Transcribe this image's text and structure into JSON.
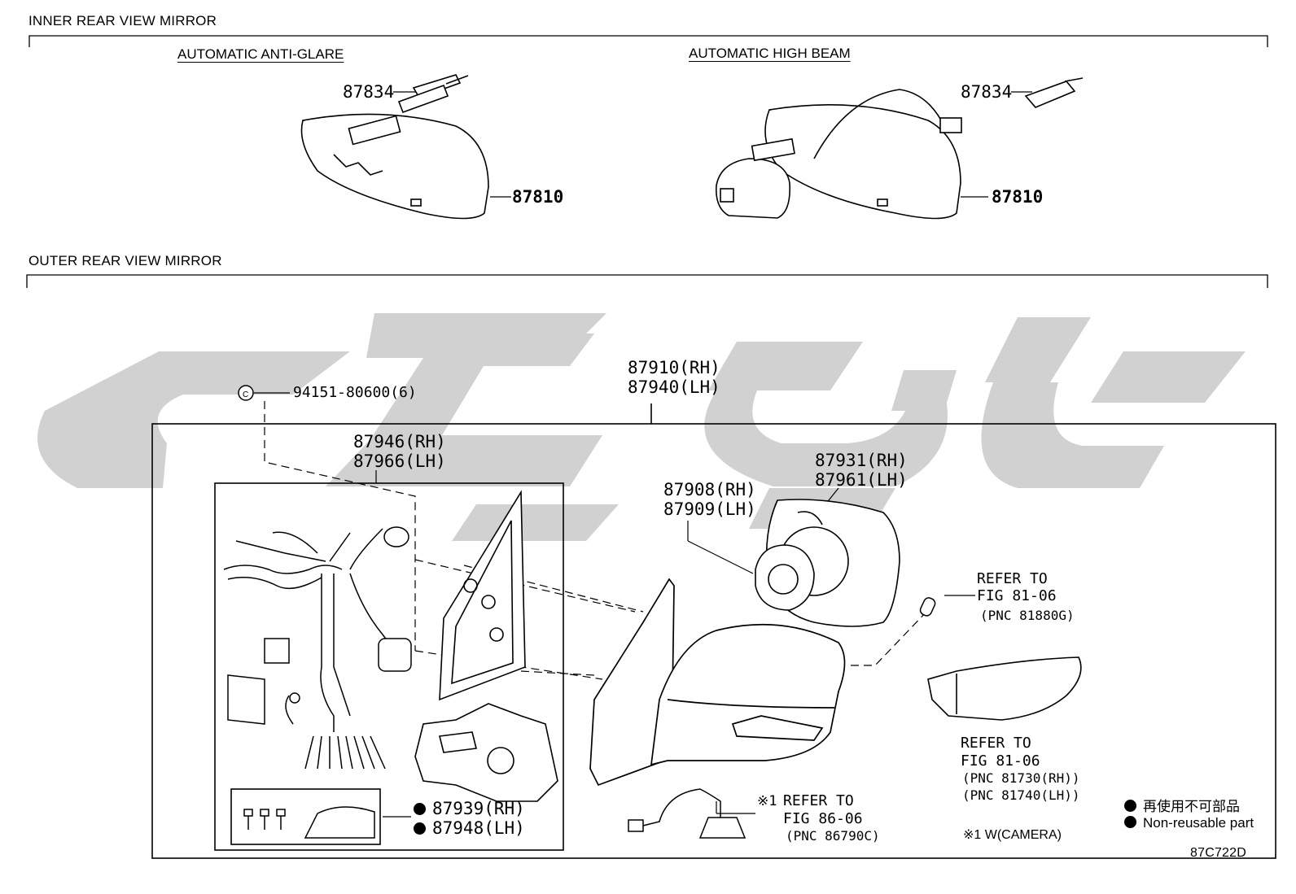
{
  "sections": {
    "inner": "INNER REAR VIEW MIRROR",
    "outer": "OUTER REAR VIEW MIRROR"
  },
  "subsections": {
    "anti_glare": "AUTOMATIC ANTI-GLARE",
    "high_beam": "AUTOMATIC HIGH BEAM"
  },
  "parts": {
    "p87834_a": "87834",
    "p87810_a": "87810",
    "p87834_b": "87834",
    "p87810_b": "87810",
    "p94151": "94151-80600(6)",
    "p87910": "87910(RH)",
    "p87940": "87940(LH)",
    "p87946": "87946(RH)",
    "p87966": "87966(LH)",
    "p87931": "87931(RH)",
    "p87961": "87961(LH)",
    "p87908": "87908(RH)",
    "p87909": "87909(LH)",
    "p87939": "87939(RH)",
    "p87948": "87948(LH)"
  },
  "refs": {
    "bulb_l1": "REFER TO",
    "bulb_l2": "FIG 81-06",
    "bulb_l3": "(PNC 81880G)",
    "turn_l1": "REFER TO",
    "turn_l2": "FIG 81-06",
    "turn_l3": "(PNC 81730(RH))",
    "turn_l4": "(PNC 81740(LH))",
    "cam_mark": "※1",
    "cam_l1": "REFER TO",
    "cam_l2": "FIG 86-06",
    "cam_l3": "(PNC 86790C)",
    "cam_note": "※1 W(CAMERA)"
  },
  "legend": {
    "jp": "再使用不可部品",
    "en": "Non-reusable part"
  },
  "figure_code": "87C722D",
  "watermark_color": "#b5b5b5"
}
